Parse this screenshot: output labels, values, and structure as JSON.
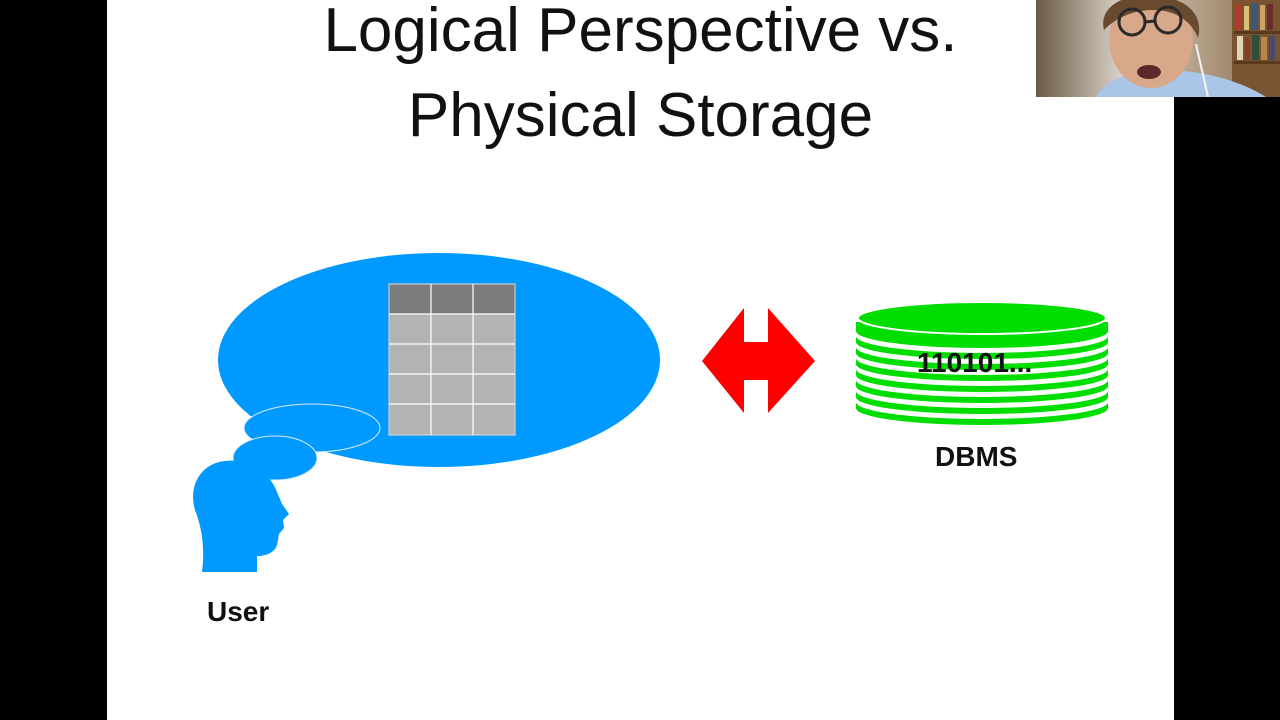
{
  "slide": {
    "title_line_1": "Logical Perspective vs.",
    "title_line_2": "Physical Storage"
  },
  "diagram": {
    "user_label": "User",
    "dbms_label": "DBMS",
    "binary_text": "110101..."
  },
  "colors": {
    "thought_bubble": "#0099ff",
    "arrow": "#ff0000",
    "database": "#00dd00",
    "table_header": "#7b7b7b",
    "table_cell": "#b3b3b3",
    "slide_background": "#ffffff",
    "letterbox": "#000000"
  },
  "icons": {
    "user_head": "person-head-silhouette-icon",
    "thought_bubble": "thought-bubble-icon",
    "table": "table-grid-icon",
    "double_arrow": "double-arrow-icon",
    "database": "database-cylinder-icon"
  }
}
